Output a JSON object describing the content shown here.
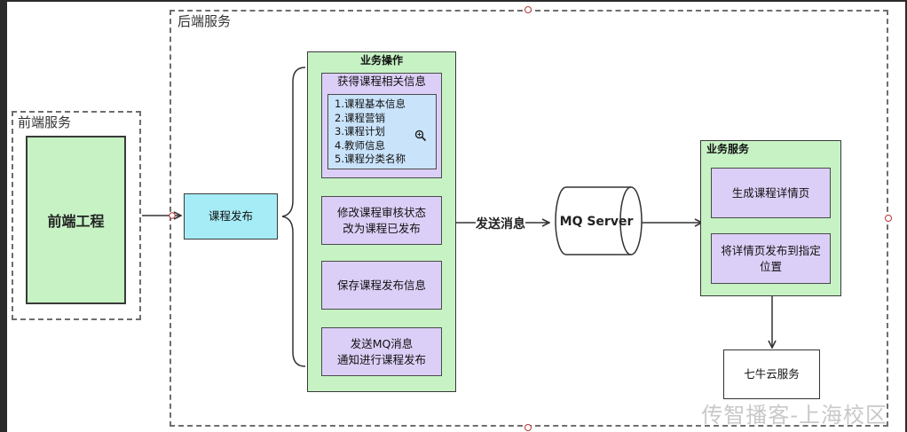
{
  "groups": {
    "backend": "后端服务",
    "frontend": "前端服务"
  },
  "nodes": {
    "frontend_project": "前端工程",
    "course_publish": "课程发布",
    "biz_ops_title": "业务操作",
    "get_info_title": "获得课程相关信息",
    "info_items": [
      "1.课程基本信息",
      "2.课程营销",
      "3.课程计划",
      "4.教师信息",
      "5.课程分类名称"
    ],
    "modify_status_line1": "修改课程审核状态",
    "modify_status_line2": "改为课程已发布",
    "save_info": "保存课程发布信息",
    "send_mq_line1": "发送MQ消息",
    "send_mq_line2": "通知进行课程发布",
    "send_message_label": "发送消息",
    "mq_server": "MQ Server",
    "biz_service_title": "业务服务",
    "gen_page": "生成课程详情页",
    "publish_page_line1": "将详情页发布到指定",
    "publish_page_line2": "位置",
    "qiniu": "七牛云服务"
  },
  "watermark": "传智播客-上海校区",
  "icons": {
    "zoom": "magnifier-plus-icon"
  },
  "colors": {
    "frontend_fill": "#c6f2c4",
    "publish_fill": "#a6ecf6",
    "purple_fill": "#dccff7",
    "list_fill": "#c9e3fb"
  }
}
